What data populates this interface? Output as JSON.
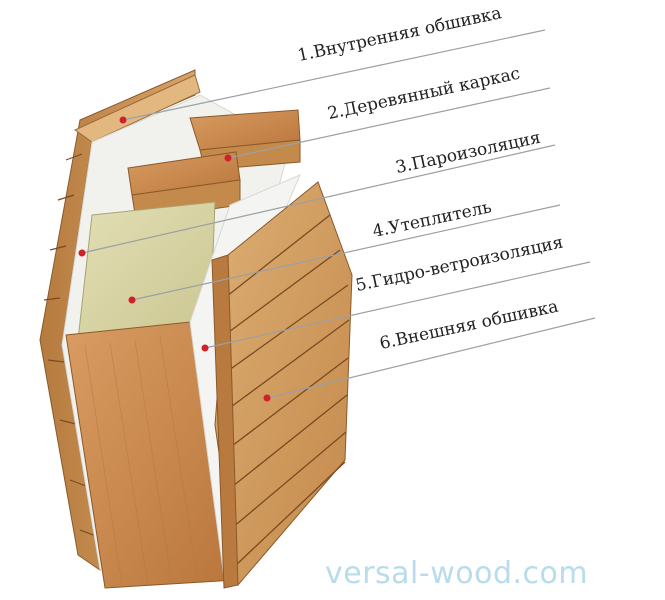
{
  "layers": [
    {
      "label": "1.Внутренняя обшивка"
    },
    {
      "label": "2.Деревянный каркас"
    },
    {
      "label": "3.Пароизоляция"
    },
    {
      "label": "4.Утеплитель"
    },
    {
      "label": "5.Гидро-ветроизоляция"
    },
    {
      "label": "6.Внешняя обшивка"
    }
  ],
  "watermark": "versal-wood.com",
  "colors": {
    "wood_light": "#e3b880",
    "wood_mid": "#c98d4f",
    "wood_dark": "#a86a34",
    "insulation": "#d9d6a8",
    "membrane": "#f1f1ee",
    "marker": "#d0202a",
    "leader": "#9aa0a6"
  }
}
